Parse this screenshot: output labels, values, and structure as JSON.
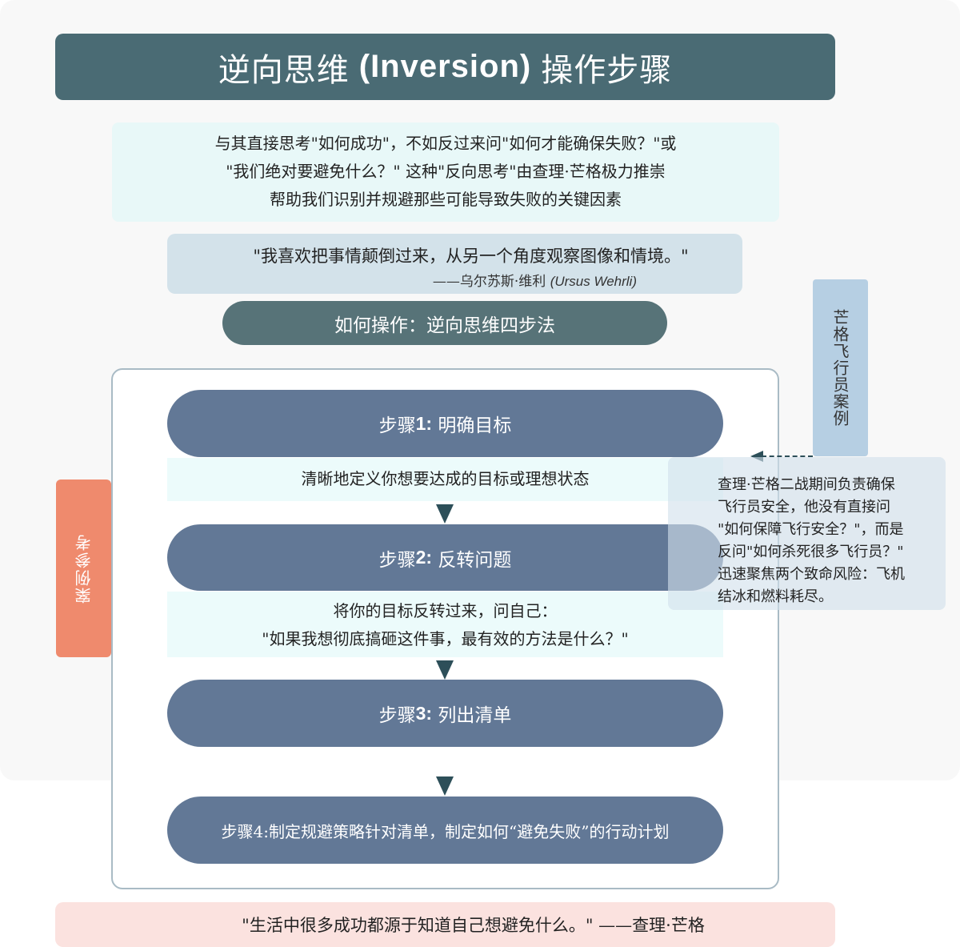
{
  "title": {
    "prefix": "逆向思维",
    "latin": "(Inversion)",
    "suffix": "操作步骤"
  },
  "intro": {
    "lines": [
      "与其直接思考\"如何成功\"，不如反过来问\"如何才能确保失败？\"或",
      "\"我们绝对要避免什么？\" 这种\"反向思考\"由查理·芒格极力推崇",
      "帮助我们识别并规避那些可能导致失败的关键因素"
    ]
  },
  "quote": {
    "text": "\"我喜欢把事情颠倒过来，从另一个角度观察图像和情境。\"",
    "attribution": "——乌尔苏斯·维利",
    "attribution_latin": "(Ursus Wehrli)"
  },
  "howto_label": "如何操作：逆向思维四步法",
  "steps": [
    {
      "label_pre": "步骤",
      "num": "1:",
      "label_post": " 明确目标"
    },
    {
      "label_pre": "步骤",
      "num": "2:",
      "label_post": " 反转问题"
    },
    {
      "label_pre": "步骤",
      "num": "3:",
      "label_post": " 列出清单"
    },
    {
      "label": "步骤4:制定规避策略针对清单，制定如何“避免失败”的行动计划"
    }
  ],
  "step_descriptions": {
    "step1": "清晰地定义你想要达成的目标或理想状态",
    "step2_lines": [
      "将你的目标反转过来，问自己：",
      "\"如果我想彻底搞砸这件事，最有效的方法是什么？\""
    ]
  },
  "case_tab_label": "案例参考",
  "munger_tab_label": "芒格飞行员案例",
  "munger_case_lines": [
    "查理·芒格二战期间负责确保",
    "飞行员安全，他没有直接问",
    "\"如何保障飞行安全？\"，而是",
    "反问\"如何杀死很多飞行员？\"",
    "迅速聚焦两个致命风险：飞机",
    "结冰和燃料耗尽。"
  ],
  "footer_quote": "\"生活中很多成功都源于知道自己想避免什么。\" ——查理·芒格",
  "colors": {
    "title_bg": "#4a6b74",
    "step_pill": "#627896",
    "howto_pill": "#577378",
    "case_tab": "#ef8a6d",
    "munger_tab": "#b6cfe3",
    "footer_bg": "#fbe2df",
    "arrow": "#2d4f59"
  }
}
